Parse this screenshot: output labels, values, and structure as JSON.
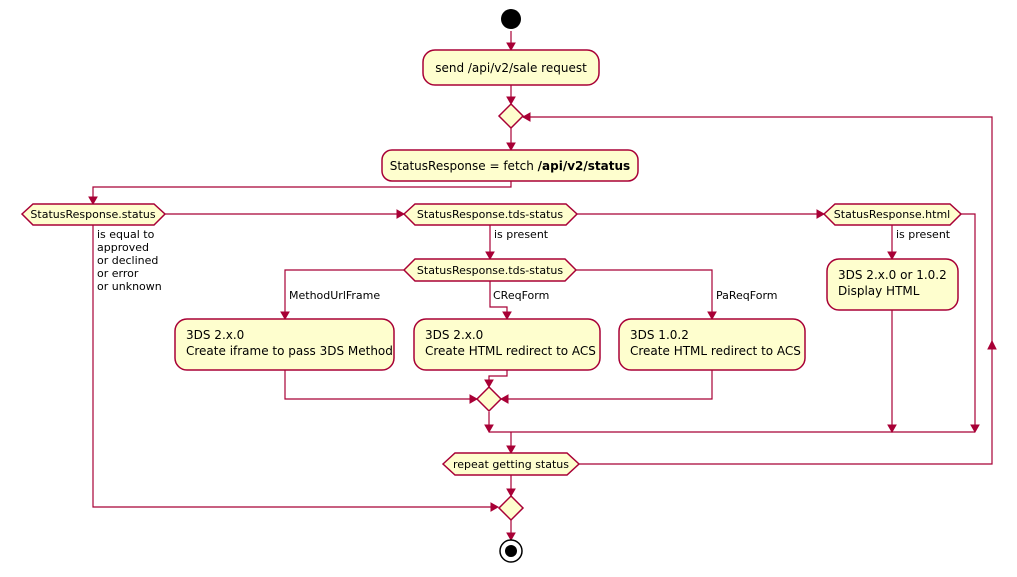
{
  "nodes": {
    "send_request": "send /api/v2/sale request",
    "fetch_prefix": "StatusResponse = fetch ",
    "fetch_path": "/api/v2/status",
    "cond_status": "StatusResponse.status",
    "cond_tds_status": "StatusResponse.tds-status",
    "cond_html": "StatusResponse.html",
    "cond_tds_status_inner": "StatusResponse.tds-status",
    "method_line1": "3DS 2.x.0",
    "method_line2": "Create iframe to pass 3DS Method",
    "creq_line1": "3DS 2.x.0",
    "creq_line2": "Create HTML redirect to ACS",
    "pareq_line1": "3DS 1.0.2",
    "pareq_line2": "Create HTML redirect to ACS",
    "html_line1": "3DS 2.x.0 or 1.0.2",
    "html_line2": "Display HTML",
    "repeat": "repeat getting status"
  },
  "edge_labels": {
    "status_terminal": [
      "is equal to",
      "approved",
      "or declined",
      "or error",
      "or unknown"
    ],
    "tds_present": "is present",
    "html_present": "is present",
    "method_url_frame": "MethodUrlFrame",
    "creq_form": "CReqForm",
    "pareq_form": "PaReqForm"
  },
  "colors": {
    "node_fill": "#FEFECE",
    "stroke": "#A80036",
    "start_end": "#000000"
  }
}
